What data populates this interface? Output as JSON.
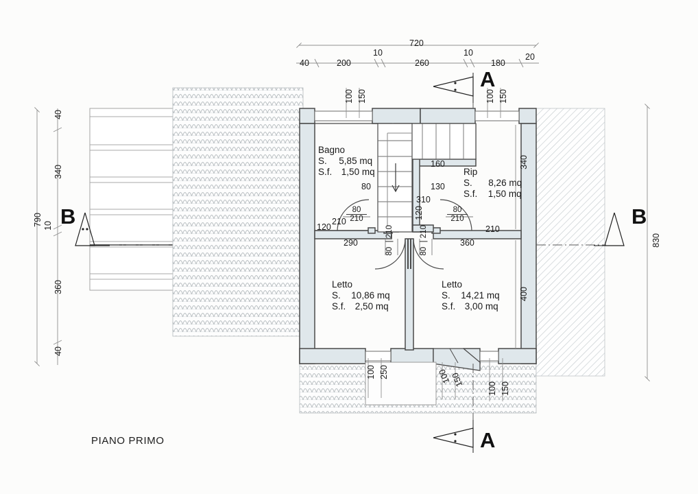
{
  "drawing": {
    "title": "PIANO PRIMO",
    "type": "architectural-floor-plan",
    "language": "it",
    "units": "cm",
    "area_units": "mq"
  },
  "rooms": [
    {
      "id": "bagno",
      "name": "Bagno",
      "area_label": "S.",
      "area": "5,85 mq",
      "window_label": "S.f.",
      "window_area": "1,50 mq"
    },
    {
      "id": "rip",
      "name": "Rip",
      "area_label": "S.",
      "area": "8,26 mq",
      "window_label": "S.f.",
      "window_area": "1,50 mq"
    },
    {
      "id": "letto-ovest",
      "name": "Letto",
      "area_label": "S.",
      "area": "10,86 mq",
      "window_label": "S.f.",
      "window_area": "2,50 mq"
    },
    {
      "id": "letto-est",
      "name": "Letto",
      "area_label": "S.",
      "area": "14,21 mq",
      "window_label": "S.f.",
      "window_area": "3,00 mq"
    }
  ],
  "dimensions": {
    "top_total": "720",
    "top_chain": [
      "40",
      "200",
      "10",
      "260",
      "10",
      "180",
      "20"
    ],
    "left_total": "790",
    "left_chain": [
      "40",
      "340",
      "10",
      "360",
      "40"
    ],
    "right_total": "830",
    "interior_right": [
      "340",
      "400"
    ],
    "interior": [
      "80",
      "160",
      "130",
      "310",
      "120",
      "120",
      "290",
      "360",
      "210",
      "210"
    ],
    "label_80": "80",
    "label_160": "160",
    "label_130": "130",
    "label_310": "310",
    "label_120_left": "120",
    "label_120_mid": "120",
    "label_290": "290",
    "label_360": "360",
    "label_210_left": "210",
    "label_210_right": "210",
    "label_340_right": "340",
    "label_400_right": "400"
  },
  "openings": {
    "doors": [
      {
        "id": "door-bagno",
        "width": "80",
        "height": "210"
      },
      {
        "id": "door-rip",
        "width": "80",
        "height": "210"
      },
      {
        "id": "door-letto-ovest",
        "width": "80",
        "height": "210"
      },
      {
        "id": "door-letto-est",
        "width": "80",
        "height": "210"
      }
    ],
    "windows": [
      {
        "id": "win-top-left",
        "width": "100",
        "height": "150"
      },
      {
        "id": "win-top-right",
        "width": "100",
        "height": "150"
      },
      {
        "id": "win-bottom-left",
        "width": "100",
        "height": "250"
      },
      {
        "id": "win-bottom-mid",
        "width": "100",
        "height": "150"
      },
      {
        "id": "win-bottom-right",
        "width": "100",
        "height": "150"
      }
    ]
  },
  "section_markers": [
    {
      "id": "section-a-top",
      "label": "A"
    },
    {
      "id": "section-a-bottom",
      "label": "A"
    },
    {
      "id": "section-b-left",
      "label": "B"
    },
    {
      "id": "section-b-right",
      "label": "B"
    }
  ],
  "colors": {
    "wall_fill": "#dfe7eb",
    "wall_stroke": "#4a4a4a",
    "line": "#7d7d7d",
    "text": "#1a1a1a",
    "hatch_roof": "#b9bfc2",
    "hatch_diag": "#c9cfd2",
    "paper": "#fcfcfb"
  }
}
